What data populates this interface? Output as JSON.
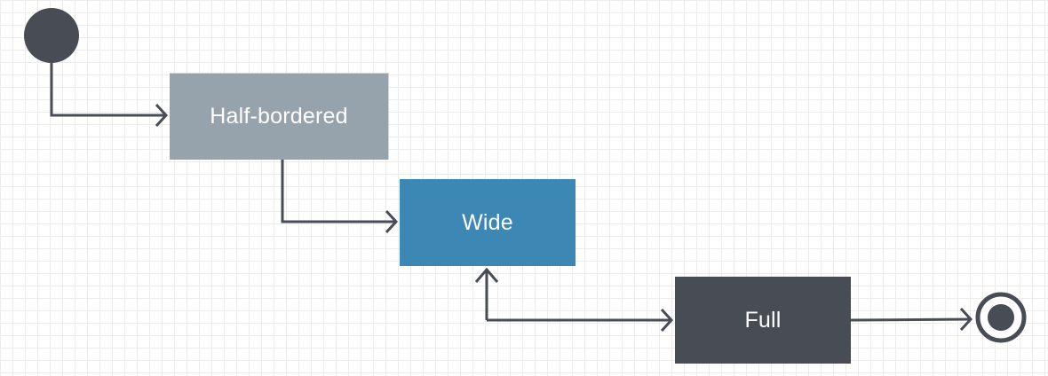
{
  "colors": {
    "connector": "#474c55",
    "initial_node": "#474c55",
    "final_node_ring": "#474c55",
    "final_node_core": "#474c55",
    "half_bordered_fill": "#97a3ac",
    "half_bordered_border": "#d0d6db",
    "wide_fill": "#3c87b3",
    "full_fill": "#474c55",
    "state_text": "#ffffff"
  },
  "nodes": {
    "initial": {
      "kind": "initial-pseudostate"
    },
    "half_bordered": {
      "label": "Half-bordered"
    },
    "wide": {
      "label": "Wide"
    },
    "full": {
      "label": "Full"
    },
    "final": {
      "kind": "final-state"
    }
  },
  "transitions": [
    {
      "from": "initial",
      "to": "half_bordered"
    },
    {
      "from": "half_bordered",
      "to": "wide"
    },
    {
      "from": "full",
      "to": "wide"
    },
    {
      "from": "wide",
      "to": "full"
    },
    {
      "from": "full",
      "to": "final"
    }
  ]
}
